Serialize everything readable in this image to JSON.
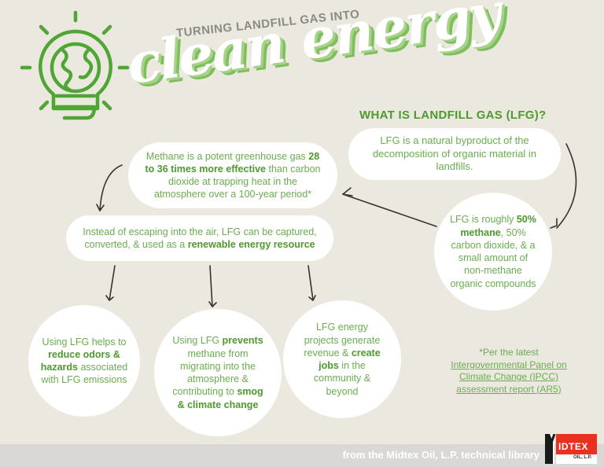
{
  "header": {
    "subtitle": "TURNING LANDFILL GAS  INTO",
    "title": "clean energy",
    "icon": "lightbulb-globe-icon"
  },
  "what_is": {
    "heading": "WHAT IS LANDFILL GAS (LFG)?",
    "definition": "LFG is a natural byproduct of the decomposition of organic material in landfills."
  },
  "composition": {
    "pre": "LFG is roughly ",
    "bold": "50% methane",
    "post": ", 50% carbon dioxide, & a small amount of non-methane organic compounds"
  },
  "methane_fact": {
    "pre": "Methane is a potent greenhouse gas ",
    "bold": "28 to 36 times more effective",
    "post": " than carbon dioxide at trapping heat in the atmosphere over a 100-year period*"
  },
  "capture": {
    "pre": "Instead of escaping into the air, LFG can be captured, converted, & used as a ",
    "bold": "renewable energy resource"
  },
  "benefits": [
    {
      "pre": "Using LFG helps to ",
      "bold": "reduce odors & hazards",
      "post": " associated with LFG emissions"
    },
    {
      "pre": "Using LFG ",
      "bold": "prevents",
      "mid": " methane from migrating into the atmosphere & contributing to ",
      "bold2": "smog & climate change"
    },
    {
      "pre": "LFG energy projects generate revenue & ",
      "bold": "create jobs",
      "post": " in the community & beyond"
    }
  ],
  "footnote": {
    "lead": "*Per the latest",
    "link": "Intergovernmental Panel on Climate Change (IPCC) assessment report (AR5)"
  },
  "footer": {
    "text": "from the Midtex Oil, L.P. technical library",
    "logo_main": "IDTEX",
    "logo_sub": "OIL, L.P."
  },
  "colors": {
    "background": "#ebe8df",
    "green": "#5aa63f",
    "footer_bar": "#d9d8d6",
    "logo_red": "#e8321f"
  }
}
